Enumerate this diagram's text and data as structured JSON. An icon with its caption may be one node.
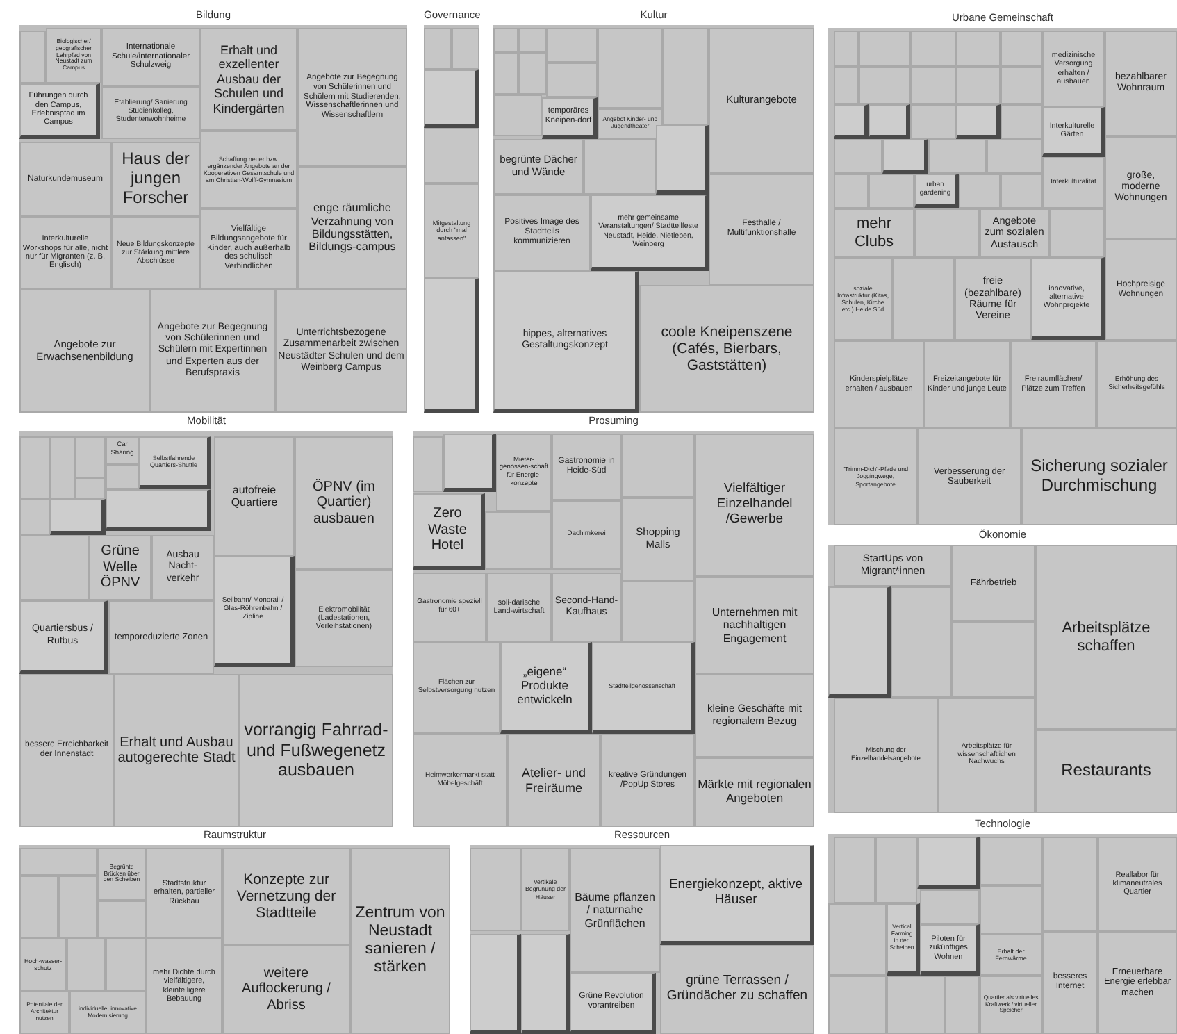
{
  "diagram": {
    "nodes": [
      {
        "text": [
          "Bildung"
        ]
      },
      {
        "text": [],
        "shape": "box",
        "in": 0
      },
      {
        "text": [
          "Biologischer/ geografischer Lehrpfad von Neustadt zum Campus"
        ],
        "in": 0
      },
      {
        "text": [
          "Führungen durch den Campus, Erlebnispfad im Campus"
        ],
        "in": 0
      },
      {
        "text": [
          "Internationale Schule/internationaler Schulzweig"
        ],
        "in": 0
      },
      {
        "text": [
          "Etablierung/ Sanierung Studienkolleg, Studentenwohnheime"
        ],
        "in": 0
      },
      {
        "text": [
          "Naturkundemuseum"
        ],
        "in": 0
      },
      {
        "text": [
          "Haus der jungen Forscher"
        ],
        "in": 0
      },
      {
        "text": [
          "Erhalt und exzellenter Ausbau der Schulen und Kindergärten"
        ],
        "in": 0
      },
      {
        "text": [
          "Schaffung neuer bzw. ergänzender Angebote an der Kooperativen Gesamtschule und am Christian-Wolff-Gymnasium"
        ],
        "in": 0
      },
      {
        "text": [
          "Vielfältige Bildungsangebote für Kinder, auch außerhalb des schulisch Verbindlichen"
        ],
        "in": 0
      },
      {
        "text": [
          "Angebote zur Begegnung von Schülerinnen und Schülern mit Studierenden, Wissenschaftlerinnen und Wissenschaftlern"
        ],
        "in": 0
      },
      {
        "text": [
          "enge räumliche Verzahnung von Bildungsstätten, Bildungs-campus"
        ],
        "in": 0
      },
      {
        "text": [
          "Interkulturelle Workshops für alle, nicht nur für Migranten (z. B. Englisch)"
        ],
        "in": 0
      },
      {
        "text": [
          "Neue Bildungskonzepte zur Stärkung mittlere Abschlüsse"
        ],
        "in": 0
      },
      {
        "text": [
          "Angebote zur Erwachsenenbildung"
        ],
        "in": 0
      },
      {
        "text": [
          "Angebote zur Begegnung von Schülerinnen und Schülern mit Expertinnen und Experten aus der Berufspraxis"
        ],
        "in": 0
      },
      {
        "text": [
          "Unterrichtsbezogene Zusammenarbeit zwischen Neustädter Schulen und dem Weinberg Campus"
        ],
        "in": 0
      },
      {
        "text": [
          "Governance"
        ]
      },
      {
        "text": [],
        "shape": "box",
        "in": 18
      },
      {
        "text": [],
        "shape": "box",
        "in": 18
      },
      {
        "text": [],
        "shape": "box",
        "in": 18
      },
      {
        "text": [],
        "shape": "box",
        "in": 18
      },
      {
        "text": [
          "Mitgestaltung durch \"mal anfassen\""
        ],
        "in": 18
      },
      {
        "text": [],
        "shape": "box",
        "in": 18
      },
      {
        "text": [
          "Kultur"
        ]
      },
      {
        "text": [],
        "shape": "box",
        "in": 25
      },
      {
        "text": [],
        "shape": "box",
        "in": 25
      },
      {
        "text": [],
        "shape": "box",
        "in": 25
      },
      {
        "text": [],
        "shape": "box",
        "in": 25
      },
      {
        "text": [],
        "shape": "box",
        "in": 25
      },
      {
        "text": [],
        "shape": "box",
        "in": 25
      },
      {
        "text": [],
        "shape": "box",
        "in": 25
      },
      {
        "text": [
          "temporäres Kneipen-dorf"
        ],
        "in": 25
      },
      {
        "text": [],
        "shape": "box",
        "in": 25
      },
      {
        "text": [],
        "shape": "box",
        "in": 25
      },
      {
        "text": [
          "Angebot Kinder- und Jugendtheater"
        ],
        "in": 25
      },
      {
        "text": [
          "begrünte Dächer und Wände"
        ],
        "in": 25
      },
      {
        "text": [],
        "shape": "box",
        "in": 25
      },
      {
        "text": [],
        "shape": "box",
        "in": 25
      },
      {
        "text": [
          "Kulturangebote"
        ],
        "in": 25
      },
      {
        "text": [
          "Positives Image des Stadtteils kommunizieren"
        ],
        "in": 25
      },
      {
        "text": [
          "mehr gemeinsame Veranstaltungen/ Stadtteilfeste Neustadt, Heide, Nietleben, Weinberg"
        ],
        "in": 25
      },
      {
        "text": [
          "Festhalle / Multifunktionshalle"
        ],
        "in": 25
      },
      {
        "text": [
          "hippes, alternatives Gestaltungskonzept"
        ],
        "in": 25
      },
      {
        "text": [
          "coole Kneipenszene (Cafés, Bierbars, Gaststätten)"
        ],
        "in": 25
      },
      {
        "text": [
          "Urbane Gemeinschaft"
        ]
      },
      {
        "text": [],
        "shape": "box",
        "in": 46
      },
      {
        "text": [],
        "shape": "box",
        "in": 46
      },
      {
        "text": [],
        "shape": "box",
        "in": 46
      },
      {
        "text": [],
        "shape": "box",
        "in": 46
      },
      {
        "text": [],
        "shape": "box",
        "in": 46
      },
      {
        "text": [],
        "shape": "box",
        "in": 46
      },
      {
        "text": [],
        "shape": "box",
        "in": 46
      },
      {
        "text": [],
        "shape": "box",
        "in": 46
      },
      {
        "text": [],
        "shape": "box",
        "in": 46
      },
      {
        "text": [],
        "shape": "box",
        "in": 46
      },
      {
        "text": [],
        "shape": "box",
        "in": 46
      },
      {
        "text": [],
        "shape": "box",
        "in": 46
      },
      {
        "text": [],
        "shape": "box",
        "in": 46
      },
      {
        "text": [],
        "shape": "box",
        "in": 46
      },
      {
        "text": [],
        "shape": "box",
        "in": 46
      },
      {
        "text": [],
        "shape": "box",
        "in": 46
      },
      {
        "text": [],
        "shape": "box",
        "in": 46
      },
      {
        "text": [],
        "shape": "box",
        "in": 46
      },
      {
        "text": [],
        "shape": "box",
        "in": 46
      },
      {
        "text": [],
        "shape": "box",
        "in": 46
      },
      {
        "text": [],
        "shape": "box",
        "in": 46
      },
      {
        "text": [
          "urban gardening"
        ],
        "in": 46
      },
      {
        "text": [],
        "shape": "box",
        "in": 46
      },
      {
        "text": [],
        "shape": "box",
        "in": 46
      },
      {
        "text": [
          "medizinische Versorgung erhalten / ausbauen"
        ],
        "in": 46
      },
      {
        "text": [
          "Interkulturelle Gärten"
        ],
        "in": 46
      },
      {
        "text": [
          "Interkulturalität"
        ],
        "in": 46
      },
      {
        "text": [
          "bezahlbarer Wohnraum"
        ],
        "in": 46
      },
      {
        "text": [
          "große, moderne Wohnungen"
        ],
        "in": 46
      },
      {
        "text": [
          "mehr Clubs"
        ],
        "in": 46
      },
      {
        "text": [],
        "shape": "box",
        "in": 46
      },
      {
        "text": [
          "Angebote zum sozialen Austausch"
        ],
        "in": 46
      },
      {
        "text": [],
        "shape": "box",
        "in": 46
      },
      {
        "text": [
          "soziale Infrastruktur (Kitas, Schulen, Kirche etc.) Heide Süd"
        ],
        "in": 46
      },
      {
        "text": [],
        "shape": "box",
        "in": 46
      },
      {
        "text": [
          "freie (bezahlbare) Räume für Vereine"
        ],
        "in": 46
      },
      {
        "text": [
          "innovative, alternative Wohnprojekte"
        ],
        "in": 46
      },
      {
        "text": [
          "Hochpreisige Wohnungen"
        ],
        "in": 46
      },
      {
        "text": [
          "Kinderspielplätze erhalten / ausbauen"
        ],
        "in": 46
      },
      {
        "text": [
          "Freizeitangebote für Kinder und junge Leute"
        ],
        "in": 46
      },
      {
        "text": [
          "Freiraumflächen/ Plätze zum Treffen"
        ],
        "in": 46
      },
      {
        "text": [
          "Erhöhung des Sicherheitsgefühls"
        ],
        "in": 46
      },
      {
        "text": [
          "\"Trimm-Dich\"-Pfade und Joggingwege, Sportangebote"
        ],
        "in": 46
      },
      {
        "text": [
          "Verbesserung der Sauberkeit"
        ],
        "in": 46
      },
      {
        "text": [
          "Sicherung sozialer Durchmischung"
        ],
        "in": 46
      },
      {
        "text": [
          "Mobilität"
        ]
      },
      {
        "text": [],
        "shape": "box",
        "in": 92
      },
      {
        "text": [],
        "shape": "box",
        "in": 92
      },
      {
        "text": [],
        "shape": "box",
        "in": 92
      },
      {
        "text": [],
        "shape": "box",
        "in": 92
      },
      {
        "text": [],
        "shape": "box",
        "in": 92
      },
      {
        "text": [
          "Car Sharing"
        ],
        "in": 92
      },
      {
        "text": [
          "Selbstfahrende Quartiers-Shuttle"
        ],
        "in": 92
      },
      {
        "text": [],
        "shape": "box",
        "in": 92
      },
      {
        "text": [],
        "shape": "box",
        "in": 92
      },
      {
        "text": [],
        "shape": "box",
        "in": 92
      },
      {
        "text": [],
        "shape": "box",
        "in": 92
      },
      {
        "text": [
          "Grüne Welle ÖPNV"
        ],
        "in": 92
      },
      {
        "text": [
          "Ausbau Nacht-verkehr"
        ],
        "in": 92
      },
      {
        "text": [
          "autofreie Quartiere"
        ],
        "in": 92
      },
      {
        "text": [
          "ÖPNV (im Quartier) ausbauen"
        ],
        "in": 92
      },
      {
        "text": [
          "Seilbahn/ Monorail / Glas-Röhrenbahn / Zipline"
        ],
        "in": 92
      },
      {
        "text": [
          "Elektromobilität (Ladestationen, Verleihstationen)"
        ],
        "in": 92
      },
      {
        "text": [
          "Quartiersbus / Rufbus"
        ],
        "in": 92
      },
      {
        "text": [
          "temporeduzierte Zonen"
        ],
        "in": 92
      },
      {
        "text": [
          "bessere Erreichbarkeit der Innenstadt"
        ],
        "in": 92
      },
      {
        "text": [
          "Erhalt und Ausbau autogerechte Stadt"
        ],
        "in": 92
      },
      {
        "text": [
          "vorrangig Fahrrad- und Fußwegenetz ausbauen"
        ],
        "in": 92
      },
      {
        "text": [
          "Prosuming"
        ]
      },
      {
        "text": [],
        "shape": "box",
        "in": 115
      },
      {
        "text": [],
        "shape": "box",
        "in": 115
      },
      {
        "text": [
          "Mieter-genossen-schaft für Energie-konzepte"
        ],
        "in": 115
      },
      {
        "text": [
          "Gastronomie in Heide-Süd"
        ],
        "in": 115
      },
      {
        "text": [],
        "shape": "box",
        "in": 115
      },
      {
        "text": [
          "Vielfältiger Einzelhandel /Gewerbe"
        ],
        "in": 115
      },
      {
        "text": [
          "Zero Waste Hotel"
        ],
        "in": 115
      },
      {
        "text": [],
        "shape": "box",
        "in": 115
      },
      {
        "text": [
          "Dachimkerei"
        ],
        "in": 115
      },
      {
        "text": [
          "Shopping Malls"
        ],
        "in": 115
      },
      {
        "text": [
          "Gastronomie speziell für 60+"
        ],
        "in": 115
      },
      {
        "text": [
          "soli-darische Land-wirtschaft"
        ],
        "in": 115
      },
      {
        "text": [
          "Second-Hand-Kaufhaus"
        ],
        "in": 115
      },
      {
        "text": [],
        "shape": "box",
        "in": 115
      },
      {
        "text": [
          "Unternehmen mit nachhaltigen Engagement"
        ],
        "in": 115
      },
      {
        "text": [
          "Flächen zur Selbstversorgung nutzen"
        ],
        "in": 115
      },
      {
        "text": [
          "„eigene“ Produkte entwickeln"
        ],
        "in": 115
      },
      {
        "text": [
          "Stadtteilgenossenschaft"
        ],
        "in": 115
      },
      {
        "text": [
          "kleine Geschäfte mit regionalem Bezug"
        ],
        "in": 115
      },
      {
        "text": [
          "Heimwerkermarkt statt Möbelgeschäft"
        ],
        "in": 115
      },
      {
        "text": [
          "Atelier- und Freiräume"
        ],
        "in": 115
      },
      {
        "text": [
          "kreative Gründungen /PopUp Stores"
        ],
        "in": 115
      },
      {
        "text": [
          "Märkte mit regionalen Angeboten"
        ],
        "in": 115
      },
      {
        "text": [
          "Raumstruktur"
        ]
      },
      {
        "text": [],
        "shape": "box",
        "in": 139
      },
      {
        "text": [
          "Begrünte Brücken über den Scheiben"
        ],
        "in": 139
      },
      {
        "text": [],
        "shape": "box",
        "in": 139
      },
      {
        "text": [],
        "shape": "box",
        "in": 139
      },
      {
        "text": [],
        "shape": "box",
        "in": 139
      },
      {
        "text": [
          "Stadtstruktur erhalten, partieller Rückbau"
        ],
        "in": 139
      },
      {
        "text": [
          "Konzepte zur Vernetzung der Stadtteile"
        ],
        "in": 139
      },
      {
        "text": [
          "Zentrum von Neustadt sanieren / stärken"
        ],
        "in": 139
      },
      {
        "text": [
          "Hoch-wasser-schutz"
        ],
        "in": 139
      },
      {
        "text": [],
        "shape": "box",
        "in": 139
      },
      {
        "text": [],
        "shape": "box",
        "in": 139
      },
      {
        "text": [
          "Potentiale der Architektur nutzen"
        ],
        "in": 139
      },
      {
        "text": [
          "individuelle, innovative Modernisierung"
        ],
        "in": 139
      },
      {
        "text": [
          "mehr Dichte durch vielfältigere, kleinteiligere Bebauung"
        ],
        "in": 139
      },
      {
        "text": [
          "weitere Auflockerung / Abriss"
        ],
        "in": 139
      },
      {
        "text": [
          "Ressourcen"
        ]
      },
      {
        "text": [],
        "shape": "box",
        "in": 155
      },
      {
        "text": [
          "vertikale Begrünung der Häuser"
        ],
        "in": 155
      },
      {
        "text": [],
        "shape": "box",
        "in": 155
      },
      {
        "text": [],
        "shape": "box",
        "in": 155
      },
      {
        "text": [
          "Bäume pflanzen / naturnahe Grünflächen"
        ],
        "in": 155
      },
      {
        "text": [
          "Grüne Revolution vorantreiben"
        ],
        "in": 155
      },
      {
        "text": [
          "Energiekonzept, aktive Häuser"
        ],
        "in": 155
      },
      {
        "text": [
          "grüne Terrassen / Gründächer zu schaffen"
        ],
        "in": 155
      },
      {
        "text": [
          "Ökonomie"
        ]
      },
      {
        "text": [
          "StartUps von Migrant*innen"
        ],
        "in": 164
      },
      {
        "text": [],
        "shape": "box",
        "in": 164
      },
      {
        "text": [],
        "shape": "box",
        "in": 164
      },
      {
        "text": [
          "Fährbetrieb"
        ],
        "in": 164
      },
      {
        "text": [],
        "shape": "box",
        "in": 164
      },
      {
        "text": [
          "Arbeitsplätze schaffen"
        ],
        "in": 164
      },
      {
        "text": [
          "Mischung der Einzelhandelsangebote"
        ],
        "in": 164
      },
      {
        "text": [
          "Arbeitsplätze für wissenschaftlichen Nachwuchs"
        ],
        "in": 164
      },
      {
        "text": [
          "Restaurants"
        ],
        "in": 164
      },
      {
        "text": [
          "Technologie"
        ]
      },
      {
        "text": [],
        "shape": "box",
        "in": 174
      },
      {
        "text": [],
        "shape": "box",
        "in": 174
      },
      {
        "text": [],
        "shape": "box",
        "in": 174
      },
      {
        "text": [],
        "shape": "box",
        "in": 174
      },
      {
        "text": [],
        "shape": "box",
        "in": 174
      },
      {
        "text": [
          "Reallabor für klimaneutrales Quartier"
        ],
        "in": 174
      },
      {
        "text": [],
        "shape": "box",
        "in": 174
      },
      {
        "text": [],
        "shape": "box",
        "in": 174
      },
      {
        "text": [],
        "shape": "box",
        "in": 174
      },
      {
        "text": [
          "Vertical Farming in den Scheiben"
        ],
        "in": 174
      },
      {
        "text": [
          "Piloten für zukünftiges Wohnen"
        ],
        "in": 174
      },
      {
        "text": [
          "Erhalt der Fernwärme"
        ],
        "in": 174
      },
      {
        "text": [
          "besseres Internet"
        ],
        "in": 174
      },
      {
        "text": [
          "Erneuerbare Energie erlebbar machen"
        ],
        "in": 174
      },
      {
        "text": [],
        "shape": "box",
        "in": 174
      },
      {
        "text": [],
        "shape": "box",
        "in": 174
      },
      {
        "text": [],
        "shape": "box",
        "in": 174
      },
      {
        "text": [
          "Quartier als virtuelles Kraftwerk / virtueller Speicher"
        ],
        "in": 174
      }
    ]
  }
}
